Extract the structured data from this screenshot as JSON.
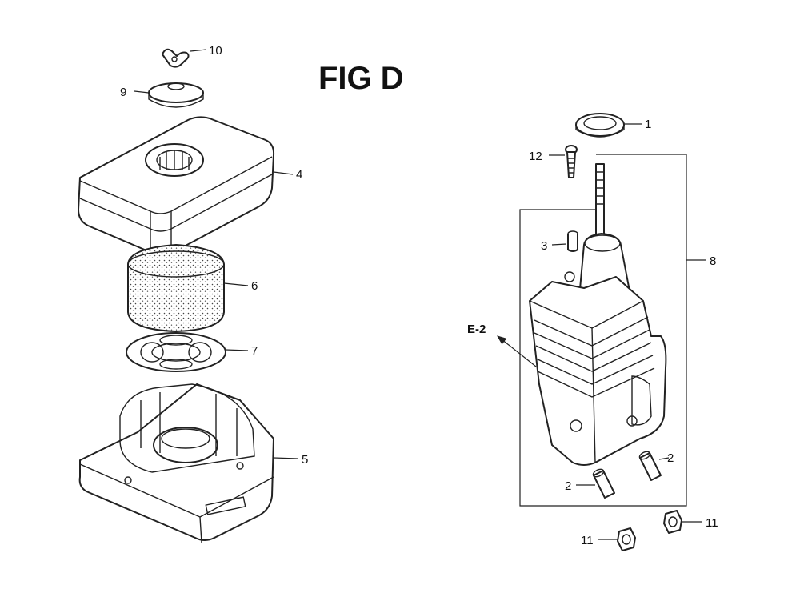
{
  "title": "FIG D",
  "reference": "E-2",
  "callouts": {
    "p1": "1",
    "p2a": "2",
    "p2b": "2",
    "p3": "3",
    "p4": "4",
    "p5": "5",
    "p6": "6",
    "p7": "7",
    "p8": "8",
    "p9": "9",
    "p10": "10",
    "p11a": "11",
    "p11b": "11",
    "p12": "12"
  }
}
